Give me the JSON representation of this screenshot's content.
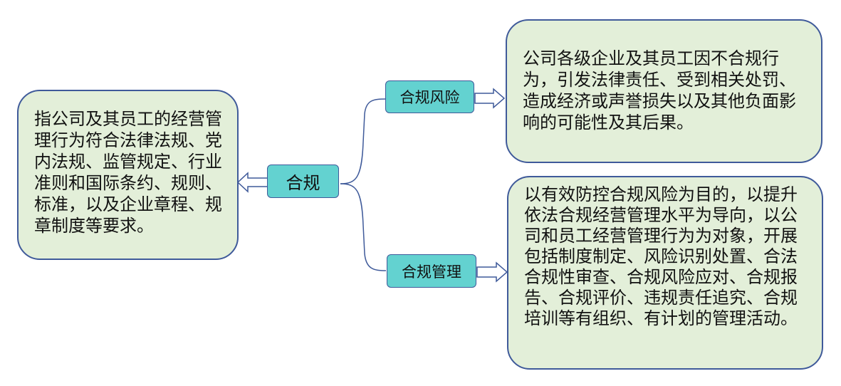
{
  "definition": {
    "text": "指公司及其员工的经营管理行为符合法律法规、党内法规、监管规定、行业准则和国际条约、规则、标准，以及企业章程、规章制度等要求。"
  },
  "root": {
    "label": "合规"
  },
  "branches": [
    {
      "label": "合规风险",
      "description": "公司各级企业及其员工因不合规行为，引发法律责任、受到相关处罚、造成经济或声誉损失以及其他负面影响的可能性及其后果。"
    },
    {
      "label": "合规管理",
      "description": "以有效防控合规风险为目的，以提升依法合规经营管理水平为导向，以公司和员工经营管理行为为对象，开展包括制度制定、风险识别处置、合法合规性审查、合规风险应对、合规报告、合规评价、违规责任追究、合规培训等有组织、有计划的管理活动。"
    }
  ],
  "colors": {
    "box_fill": "#e3efd9",
    "node_fill": "#63d2d0",
    "border": "#3f5a9a"
  }
}
